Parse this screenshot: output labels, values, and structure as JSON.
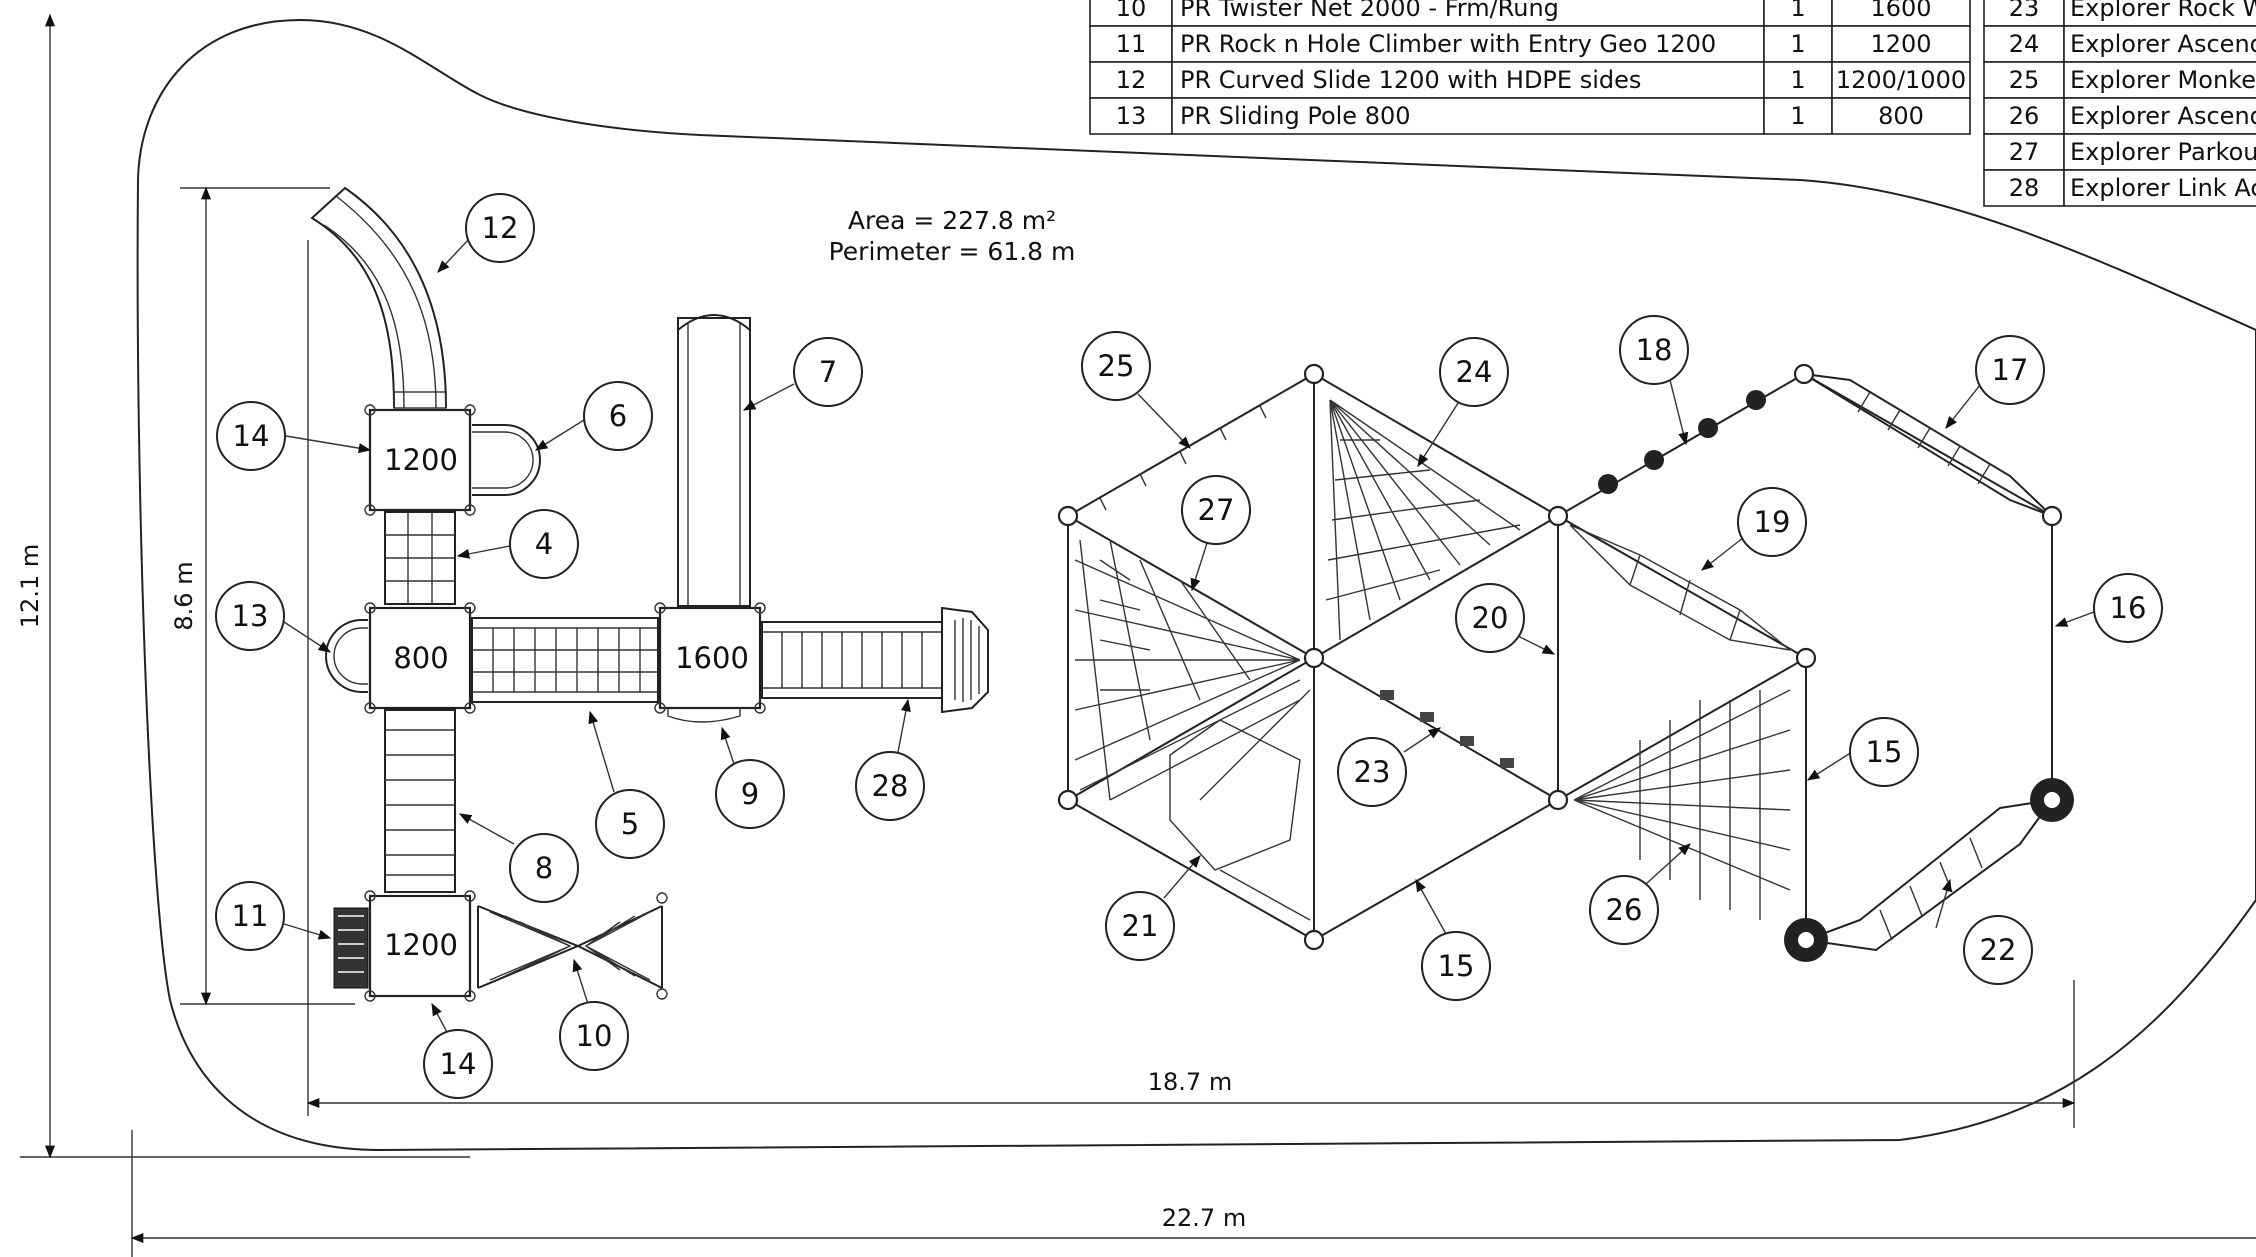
{
  "area_text": "Area = 227.8 m²",
  "perimeter_text": "Perimeter = 61.8 m",
  "dimensions": {
    "total_height": "12.1 m",
    "structure_height": "8.6 m",
    "structure_width": "18.7 m",
    "total_width": "22.7 m"
  },
  "decks": {
    "deck_top": "1200",
    "deck_middle": "800",
    "deck_right": "1600",
    "deck_bottom": "1200"
  },
  "parts_table": [
    {
      "no": "10",
      "name": "PR Twister Net 2000 - Frm/Rung",
      "qty": "1",
      "height": "1600"
    },
    {
      "no": "11",
      "name": "PR Rock n Hole Climber with Entry Geo 1200",
      "qty": "1",
      "height": "1200"
    },
    {
      "no": "12",
      "name": "PR Curved Slide 1200 with HDPE sides",
      "qty": "1",
      "height": "1200/1000"
    },
    {
      "no": "13",
      "name": "PR Sliding Pole 800",
      "qty": "1",
      "height": "800"
    }
  ],
  "explorer_table": [
    {
      "no": "23",
      "name": "Explorer Rock W"
    },
    {
      "no": "24",
      "name": "Explorer Ascend"
    },
    {
      "no": "25",
      "name": "Explorer Monkey"
    },
    {
      "no": "26",
      "name": "Explorer Ascend"
    },
    {
      "no": "27",
      "name": "Explorer Parkour"
    },
    {
      "no": "28",
      "name": "Explorer Link Ac"
    }
  ],
  "callouts": [
    "12",
    "14",
    "6",
    "4",
    "13",
    "7",
    "5",
    "9",
    "8",
    "11",
    "10",
    "14",
    "28",
    "25",
    "27",
    "24",
    "18",
    "17",
    "19",
    "20",
    "16",
    "23",
    "15",
    "21",
    "26",
    "15",
    "22"
  ]
}
